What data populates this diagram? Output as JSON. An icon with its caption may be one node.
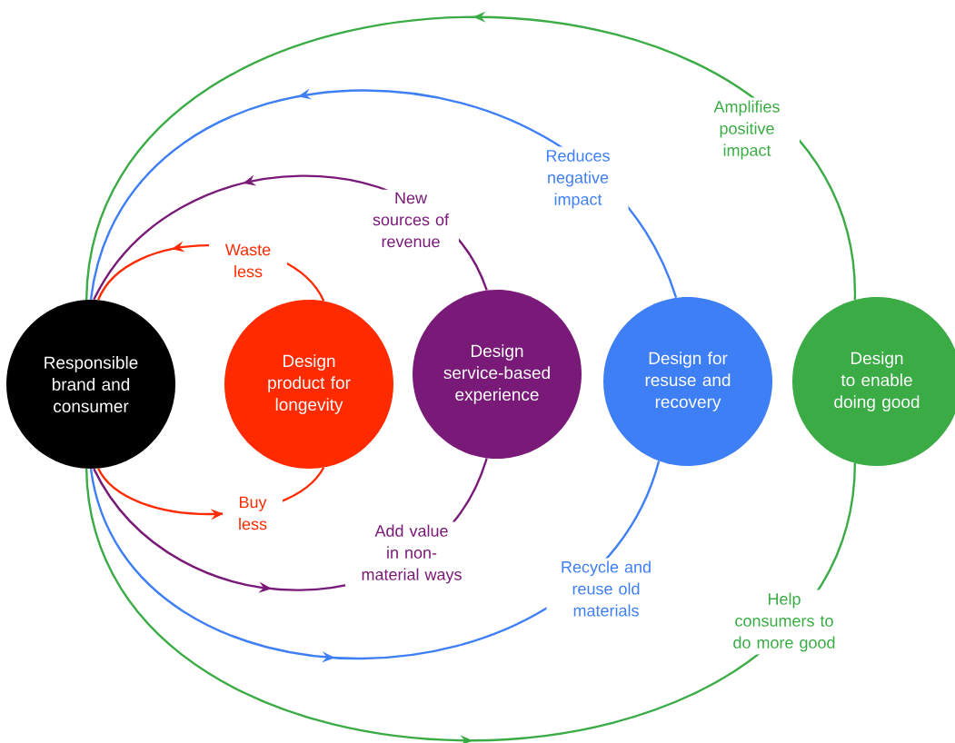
{
  "diagram": {
    "nodes": [
      {
        "text": [
          "Responsible brand and consumer"
        ]
      },
      {
        "text": [
          "Design product for longevity"
        ]
      },
      {
        "text": [
          "Design service-based experience"
        ]
      },
      {
        "text": [
          "Design for resuse and recovery"
        ]
      },
      {
        "text": [
          "Design to enable doing good"
        ]
      }
    ],
    "edges": [
      {
        "from": 1,
        "to": 0,
        "arrow": "to",
        "label": "Waste less",
        "color": "#ff2a00"
      },
      {
        "from": 2,
        "to": 0,
        "arrow": "to",
        "label": "New sources of revenue",
        "color": "#7a1a78"
      },
      {
        "from": 3,
        "to": 0,
        "arrow": "to",
        "label": "Reduces negative impact",
        "color": "#3f7ff5"
      },
      {
        "from": 4,
        "to": 0,
        "arrow": "to",
        "label": "Amplifies positive impact",
        "color": "#3aab45"
      },
      {
        "from": 0,
        "to": 1,
        "arrow": "to",
        "label": "Buy less",
        "color": "#ff2a00"
      },
      {
        "from": 0,
        "to": 2,
        "arrow": "to",
        "label": "Add value in non-material ways",
        "color": "#7a1a78"
      },
      {
        "from": 0,
        "to": 3,
        "arrow": "to",
        "label": "Recycle and reuse old materials",
        "color": "#3f7ff5"
      },
      {
        "from": 0,
        "to": 4,
        "arrow": "to",
        "label": "Help consumers to do more good",
        "color": "#3aab45"
      }
    ]
  }
}
